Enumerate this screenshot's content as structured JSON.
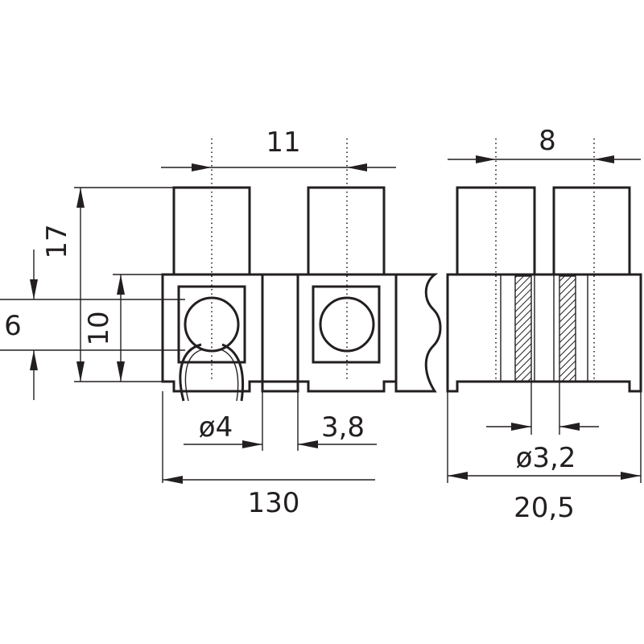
{
  "drawing": {
    "dimensions": {
      "pitch": "11",
      "height_total": "17",
      "clamp_height": "6",
      "body_height": "10",
      "hole_diameter": "ø4",
      "wall": "3,8",
      "length": "130",
      "side_pitch": "8",
      "screw_diameter": "ø3,2",
      "width": "20,5"
    },
    "line_color": "#231f20",
    "background": "#ffffff"
  }
}
